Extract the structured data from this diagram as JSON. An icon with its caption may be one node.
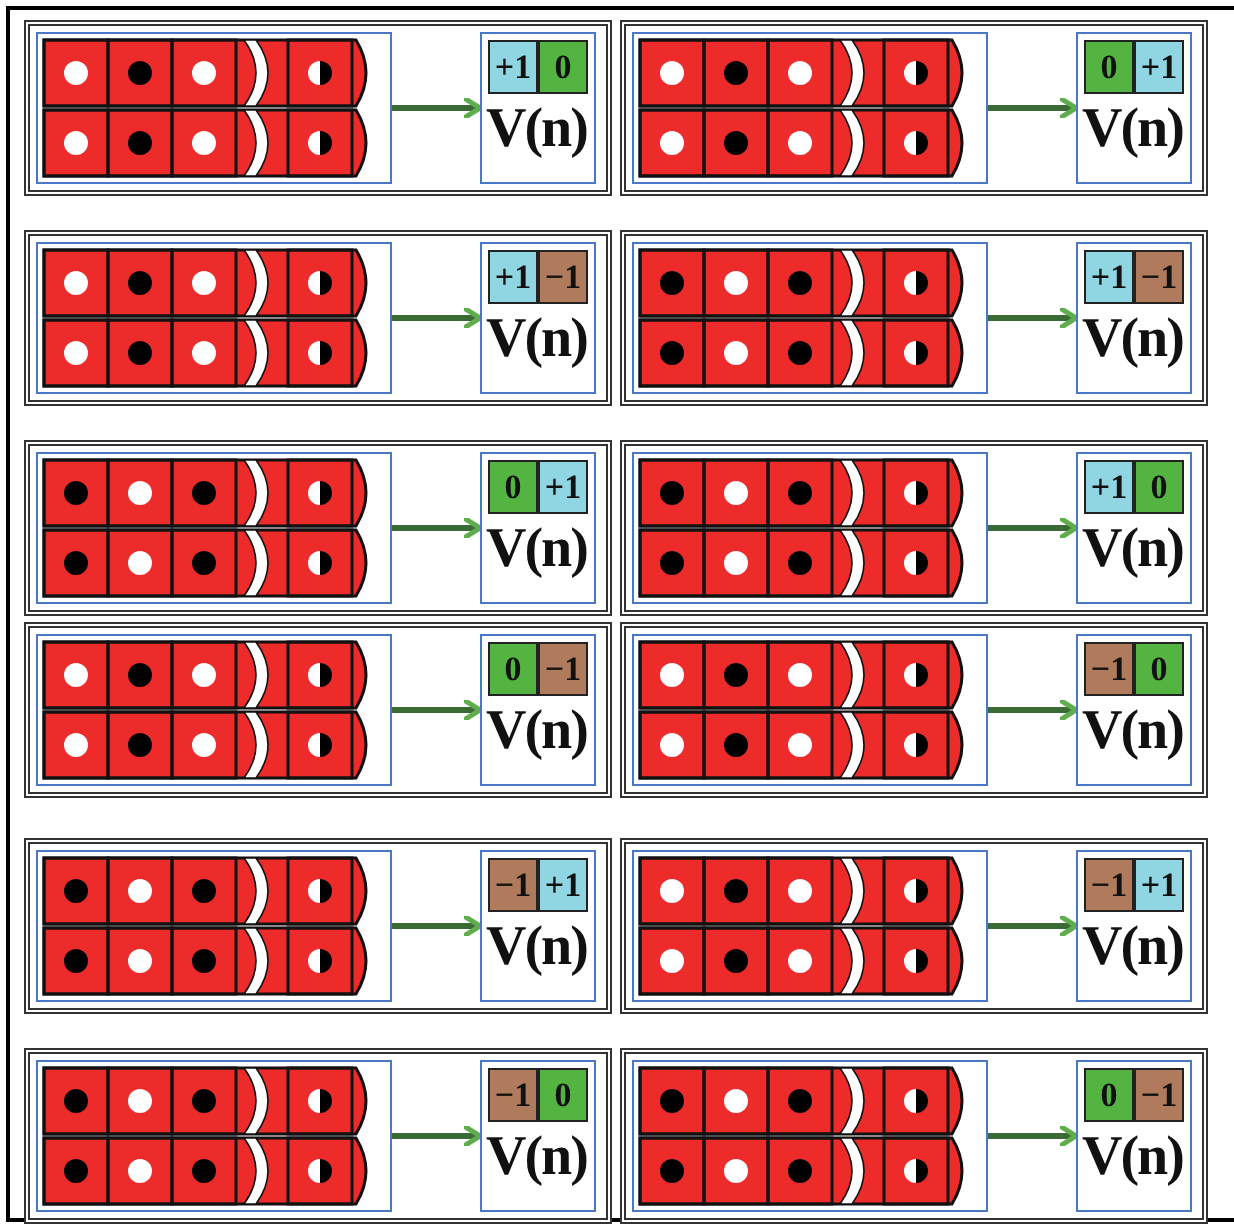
{
  "diagram": {
    "nodes": [
      {
        "text": [],
        "shape": "bar"
      },
      {
        "text": [
          "+1",
          "0",
          "V(n)"
        ]
      },
      {
        "text": [],
        "shape": "bar"
      },
      {
        "text": [
          "0",
          "+1",
          "V(n)"
        ]
      },
      {
        "text": [],
        "shape": "bar"
      },
      {
        "text": [
          "+1",
          "−1",
          "V(n)"
        ]
      },
      {
        "text": [],
        "shape": "bar"
      },
      {
        "text": [
          "+1",
          "−1",
          "V(n)"
        ]
      },
      {
        "text": [],
        "shape": "bar"
      },
      {
        "text": [
          "0",
          "+1",
          "V(n)"
        ]
      },
      {
        "text": [],
        "shape": "bar"
      },
      {
        "text": [
          "+1",
          "0",
          "V(n)"
        ]
      },
      {
        "text": [],
        "shape": "bar"
      },
      {
        "text": [
          "0",
          "−1",
          "V(n)"
        ]
      },
      {
        "text": [],
        "shape": "bar"
      },
      {
        "text": [
          "−1",
          "0",
          "V(n)"
        ]
      },
      {
        "text": [],
        "shape": "bar"
      },
      {
        "text": [
          "−1",
          "+1",
          "V(n)"
        ]
      },
      {
        "text": [],
        "shape": "bar"
      },
      {
        "text": [
          "−1",
          "+1",
          "V(n)"
        ]
      },
      {
        "text": [],
        "shape": "bar"
      },
      {
        "text": [
          "−1",
          "0",
          "V(n)"
        ]
      },
      {
        "text": [],
        "shape": "bar"
      },
      {
        "text": [
          "0",
          "−1",
          "V(n)"
        ]
      }
    ],
    "edges": [
      {
        "from": 0,
        "to": 1,
        "arrow": "to"
      },
      {
        "from": 2,
        "to": 3,
        "arrow": "to"
      },
      {
        "from": 4,
        "to": 5,
        "arrow": "to"
      },
      {
        "from": 6,
        "to": 7,
        "arrow": "to"
      },
      {
        "from": 8,
        "to": 9,
        "arrow": "to"
      },
      {
        "from": 10,
        "to": 11,
        "arrow": "to"
      },
      {
        "from": 12,
        "to": 13,
        "arrow": "to"
      },
      {
        "from": 14,
        "to": 15,
        "arrow": "to"
      },
      {
        "from": 16,
        "to": 17,
        "arrow": "to"
      },
      {
        "from": 18,
        "to": 19,
        "arrow": "to"
      },
      {
        "from": 20,
        "to": 21,
        "arrow": "to"
      },
      {
        "from": 22,
        "to": 23,
        "arrow": "to"
      }
    ]
  }
}
